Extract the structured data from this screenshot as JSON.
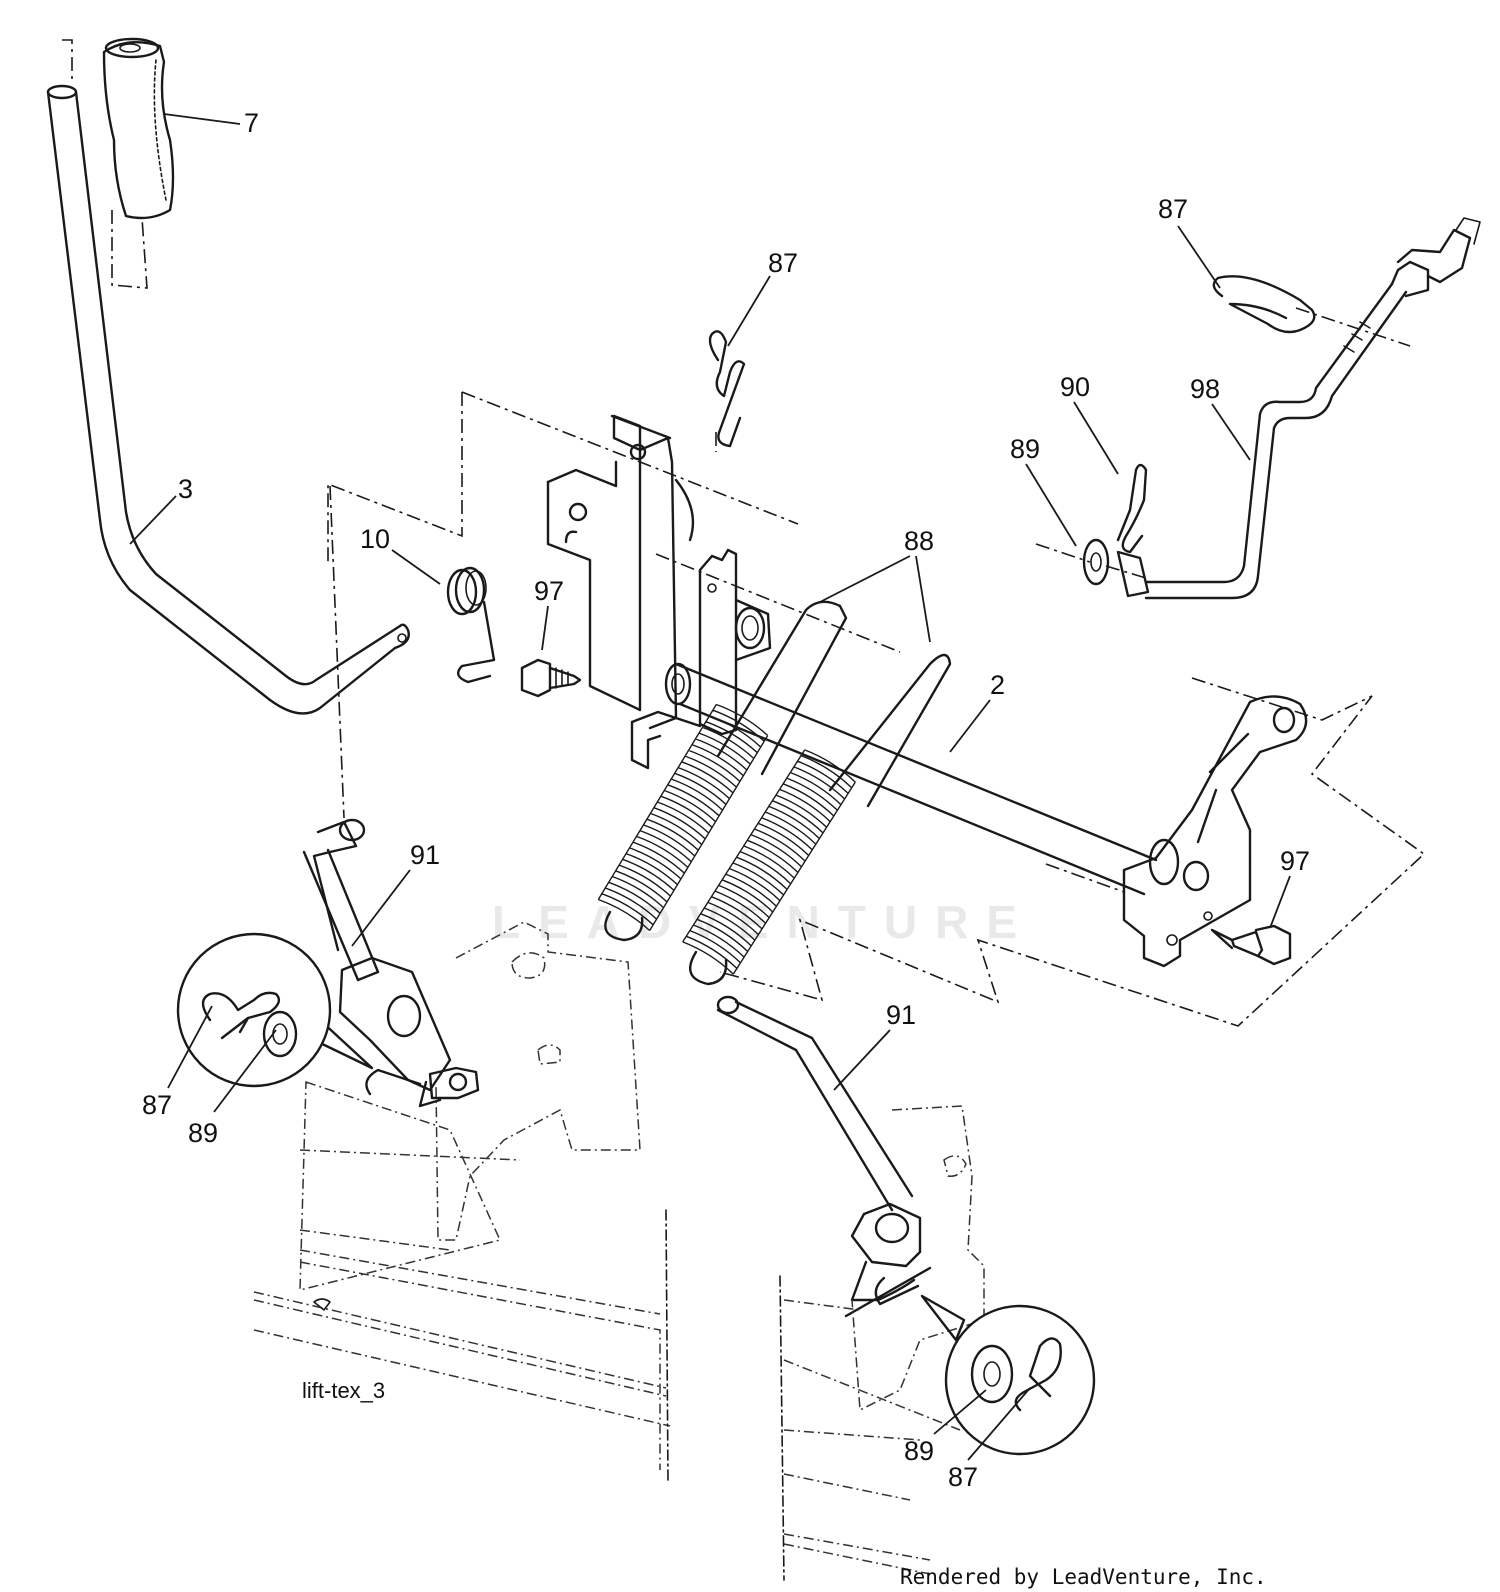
{
  "diagram": {
    "drawing_code": "lift-tex_3",
    "credit": "Rendered by LeadVenture, Inc.",
    "watermark": "LEADVENTURE",
    "callouts": [
      {
        "id": "c7",
        "label": "7"
      },
      {
        "id": "c3",
        "label": "3"
      },
      {
        "id": "c10",
        "label": "10"
      },
      {
        "id": "c97a",
        "label": "97"
      },
      {
        "id": "c87a",
        "label": "87"
      },
      {
        "id": "c88",
        "label": "88"
      },
      {
        "id": "c2",
        "label": "2"
      },
      {
        "id": "c87b",
        "label": "87"
      },
      {
        "id": "c90",
        "label": "90"
      },
      {
        "id": "c89a",
        "label": "89"
      },
      {
        "id": "c98",
        "label": "98"
      },
      {
        "id": "c97b",
        "label": "97"
      },
      {
        "id": "c91a",
        "label": "91"
      },
      {
        "id": "c87c",
        "label": "87"
      },
      {
        "id": "c89b",
        "label": "89"
      },
      {
        "id": "c91b",
        "label": "91"
      },
      {
        "id": "c89c",
        "label": "89"
      },
      {
        "id": "c87d",
        "label": "87"
      }
    ]
  }
}
